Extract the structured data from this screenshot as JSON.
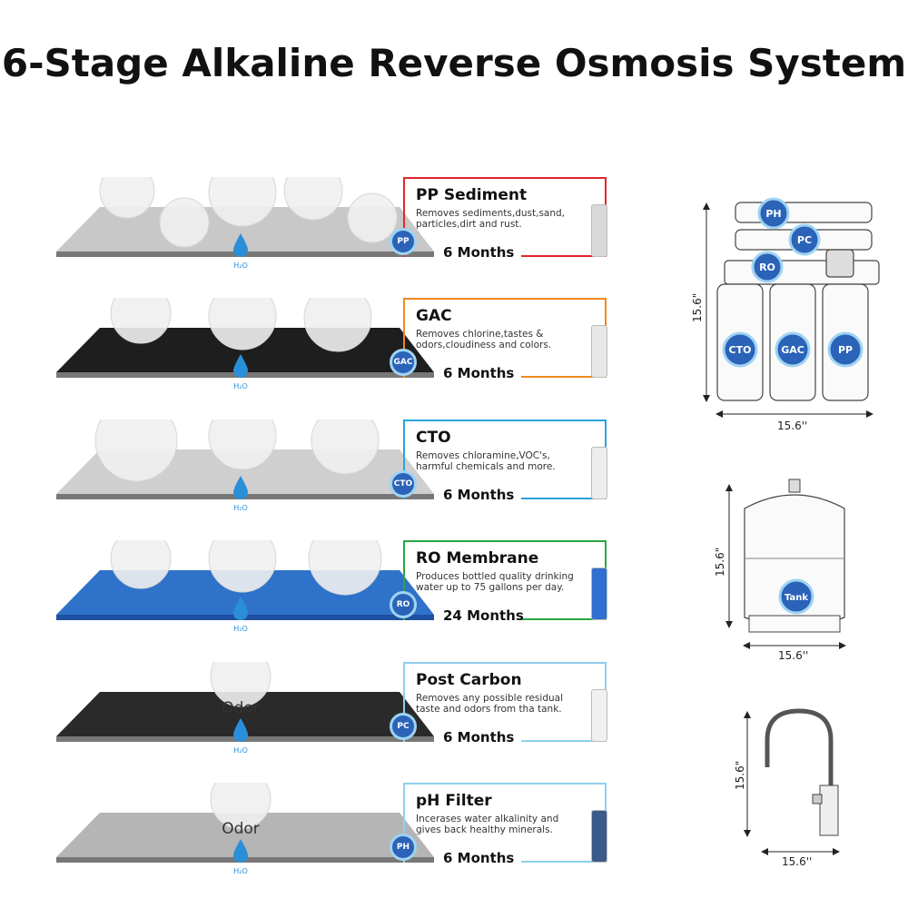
{
  "title": "6-Stage Alkaline Reverse Osmosis System",
  "water_label": "H₂O",
  "odor_label": "Odor",
  "stages": [
    {
      "badge": "PP",
      "name": "PP Sediment",
      "desc": [
        "Removes sediments,dust,sand,",
        "particles,dirt and rust."
      ],
      "life": "6 Months",
      "color": "#e3262e",
      "slab": "#c8c8c8",
      "cartridge": "#d9d9d9"
    },
    {
      "badge": "GAC",
      "name": "GAC",
      "desc": [
        "Removes chlorine,tastes &",
        "odors,cloudiness and colors."
      ],
      "life": "6 Months",
      "color": "#f08a1e",
      "slab": "#1e1e1e",
      "cartridge": "#e8e8e8"
    },
    {
      "badge": "CTO",
      "name": "CTO",
      "desc": [
        "Removes chloramine,VOC's,",
        "harmful chemicals and more."
      ],
      "life": "6 Months",
      "color": "#29a3dc",
      "slab": "#cfcfcf",
      "cartridge": "#ededed"
    },
    {
      "badge": "RO",
      "name": "RO Membrane",
      "desc": [
        "Produces bottled quality drinking",
        "water up to 75 gallons per day."
      ],
      "life": "24 Months",
      "color": "#2aa745",
      "slab": "#2f72c9",
      "cartridge": "#2f6fd0"
    },
    {
      "badge": "PC",
      "name": "Post Carbon",
      "desc": [
        "Removes any possible residual",
        "taste and odors from tha tank."
      ],
      "life": "6 Months",
      "color": "#8fd0ee",
      "slab": "#2a2a2a",
      "cartridge": "#f0f0f0"
    },
    {
      "badge": "PH",
      "name": "pH Filter",
      "desc": [
        "Incerases water alkalinity and",
        "gives back healthy minerals."
      ],
      "life": "6 Months",
      "color": "#8fd0ee",
      "slab": "#b5b5b5",
      "cartridge": "#3a5a8a"
    }
  ],
  "system": {
    "labels": [
      "PH",
      "PC",
      "RO",
      "CTO",
      "GAC",
      "PP"
    ],
    "height_dim": "15.6\"",
    "width_dim": "15.6''"
  },
  "tank": {
    "label": "Tank",
    "height_dim": "15.6\"",
    "width_dim": "15.6''"
  },
  "faucet": {
    "height_dim": "15.6\"",
    "width_dim": "15.6''"
  }
}
